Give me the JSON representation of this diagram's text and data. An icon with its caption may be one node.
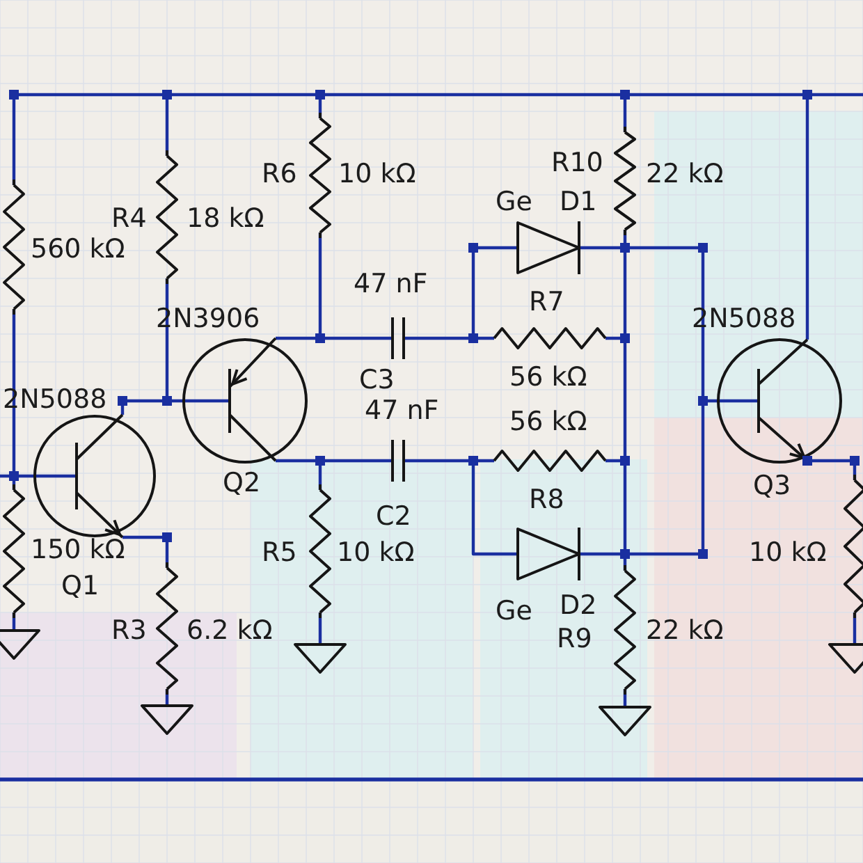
{
  "diagram": {
    "labels": [
      "R6",
      "10 kΩ",
      "R10",
      "22 kΩ",
      "Ge",
      "D1",
      "R4",
      "18 kΩ",
      "560 kΩ",
      "47 nF",
      "R7",
      "2N3906",
      "2N5088",
      "C3",
      "56 kΩ",
      "2N5088",
      "47 nF",
      "56 kΩ",
      "Q2",
      "Q3",
      "R8",
      "C2",
      "150 kΩ",
      "R5",
      "10 kΩ",
      "10 kΩ",
      "Q1",
      "Ge",
      "D2",
      "R3",
      "6.2 kΩ",
      "R9",
      "22 kΩ"
    ]
  }
}
